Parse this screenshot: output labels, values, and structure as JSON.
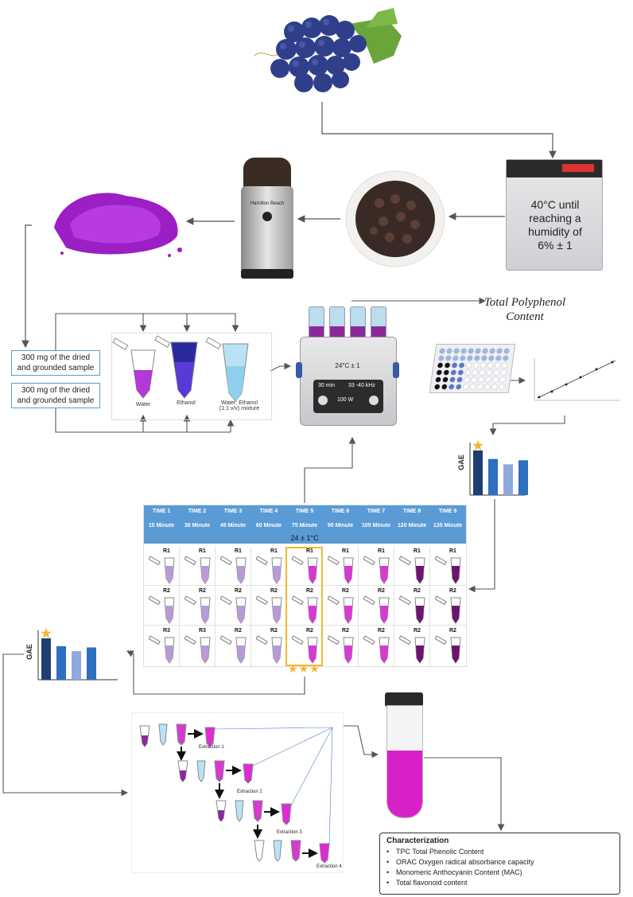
{
  "incubator": {
    "text_line1": "40°C until",
    "text_line2": "reaching a",
    "text_line3": "humidity of",
    "text_line4": "6% ± 1"
  },
  "grinder": {
    "brand": "Hamilton Beach"
  },
  "samples": {
    "box1_line1": "300 mg of the dried",
    "box1_line2": "and grounded sample",
    "box2_line1": "300 mg of the dried",
    "box2_line2": "and grounded sample"
  },
  "solvents": {
    "water": "Water",
    "ethanol": "Ethanol",
    "mixture_line1": "Water: Ethanol",
    "mixture_line2": "(1:1 v/v) mixture"
  },
  "sonicator": {
    "temp": "24°C ± 1",
    "time": "30 min",
    "freq": "33 -40 kHz",
    "power": "100 W"
  },
  "tpc": {
    "line1": "Total Polyphenol",
    "line2": "Content"
  },
  "gae_label": "GAE",
  "table": {
    "times": [
      "TIME 1",
      "TIME 2",
      "TIME 3",
      "TIME 4",
      "TIME 5",
      "TIME 6",
      "TIME 7",
      "TIME 8",
      "TIME 9"
    ],
    "minutes": [
      "15 Minute",
      "30 Minute",
      "45 Minute",
      "60 Minute",
      "75 Minute",
      "90 Minute",
      "105 Minute",
      "120 Minute",
      "135 Minute"
    ],
    "temperature": "24 ± 1°C",
    "row1": [
      "R1",
      "R1",
      "R1",
      "R1",
      "R1",
      "R1",
      "R1",
      "R1",
      "R1"
    ],
    "row2": [
      "R2",
      "R2",
      "R2",
      "R2",
      "R2",
      "R2",
      "R2",
      "R2",
      "R2"
    ],
    "row3": [
      "R3",
      "R3",
      "R2",
      "R2",
      "R2",
      "R2",
      "R2",
      "R2",
      "R2"
    ],
    "tube_colors": [
      "#b89bd6",
      "#b89bd6",
      "#b89bd6",
      "#b89bd6",
      "#d63ad1",
      "#d63ad1",
      "#d63ad1",
      "#6e1470",
      "#6e1470"
    ]
  },
  "extractions": {
    "e1": "Extraction 1",
    "e2": "Extraction 2",
    "e3": "Extraction 3",
    "e4": "Extraction 4"
  },
  "characterization": {
    "title": "Characterization",
    "items": [
      "TPC Total Phenolic Content",
      "ORAC Oxygen radical absorbance capacity",
      "Monomeric Anthocyanin Content (MAC)",
      "Total flavonoid content"
    ]
  },
  "colors": {
    "accent_blue": "#5b9bd5",
    "bar_dark": "#1f3f73",
    "bar_mid": "#2e6fc0",
    "bar_light": "#8fa9dc",
    "star": "#f5b731",
    "purple": "#b23ad6",
    "magenta": "#e02ad6"
  },
  "gae_chart_1": {
    "values": [
      1.0,
      0.81,
      0.69,
      0.78
    ]
  },
  "gae_chart_2": {
    "values": [
      1.0,
      0.81,
      0.69,
      0.78
    ]
  }
}
